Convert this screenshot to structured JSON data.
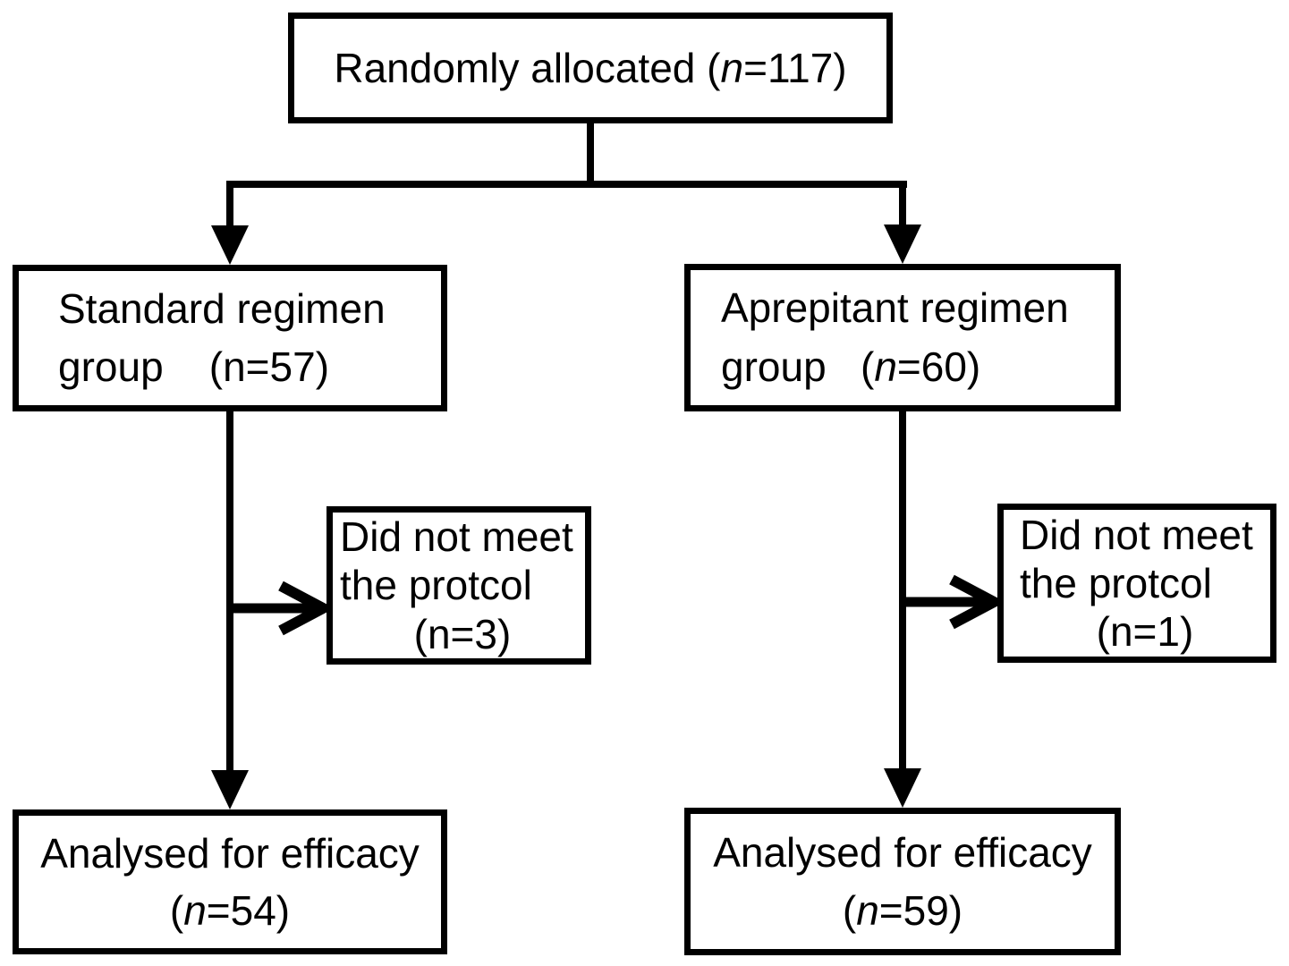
{
  "colors": {
    "ink": "#000000",
    "paper": "#ffffff"
  },
  "boxes": {
    "allocated": {
      "pre": "Randomly allocated (",
      "n": "n",
      "post": "=117)"
    },
    "standard": {
      "line1": "Standard regimen",
      "line2": "group    (n=57)"
    },
    "aprepitant": {
      "line1": "Aprepitant regimen",
      "line2_pre": "group   (",
      "line2_n": "n",
      "line2_post": "=60)"
    },
    "dropout_left": {
      "line1": "Did not meet",
      "line2": "the protcol",
      "line3": "(n=3)"
    },
    "dropout_right": {
      "line1": "Did not meet",
      "line2": "the protcol",
      "line3": "(n=1)"
    },
    "analysed_left": {
      "line1": "Analysed for efficacy",
      "line2_pre": "(",
      "line2_n": "n",
      "line2_post": "=54)"
    },
    "analysed_right": {
      "line1": "Analysed for efficacy",
      "line2_pre": "(",
      "line2_n": "n",
      "line2_post": "=59)"
    }
  }
}
